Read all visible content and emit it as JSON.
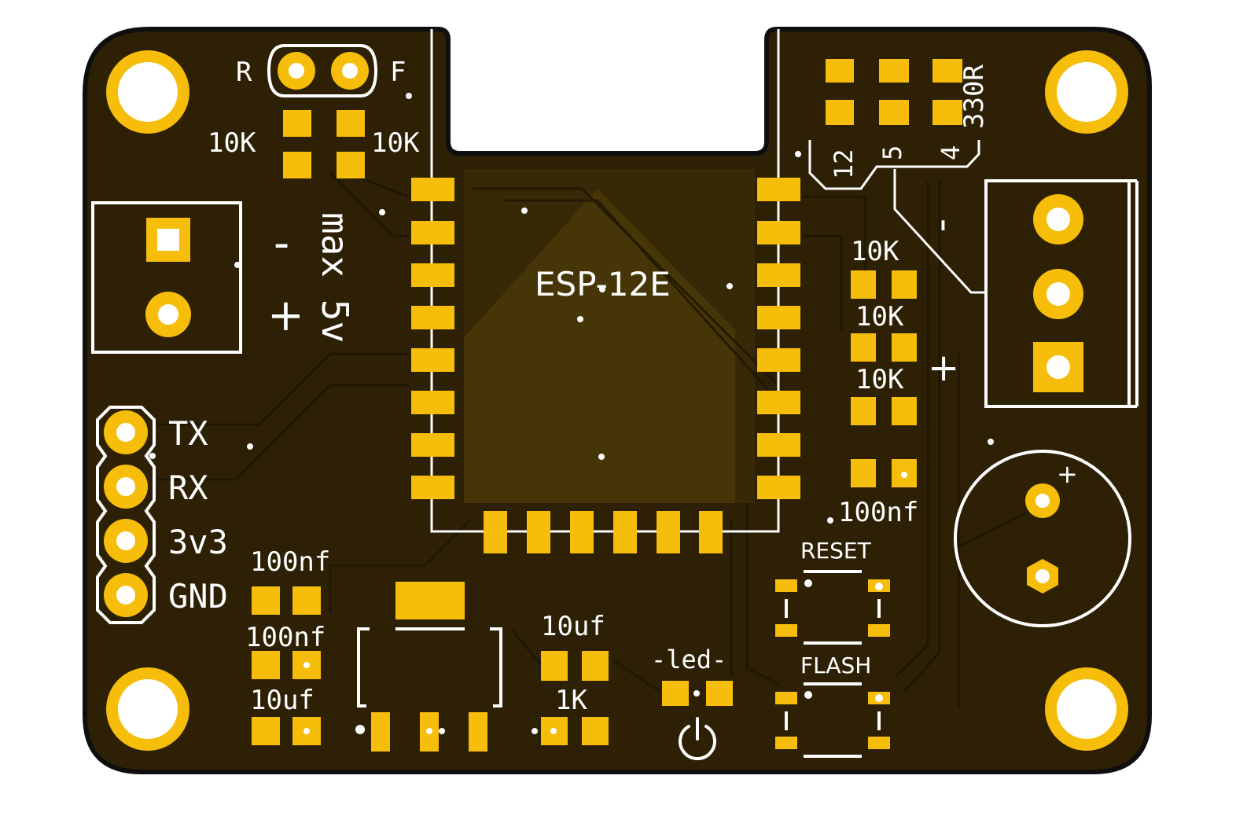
{
  "colors": {
    "background": "#ffffff",
    "board": "#2d2005",
    "copper_pour": "#4a3a07",
    "board_edge": "#0f0f0f",
    "pad": "#f6bd0a",
    "hole": "#ffffff",
    "silkscreen": "#ffffff"
  },
  "labels": {
    "jumper_r": "R",
    "jumper_f": "F",
    "res_10k_left": "10K",
    "res_10k_right": "10K",
    "max_voltage": "max 5v",
    "power_minus": "-",
    "power_plus": "+",
    "tx": "TX",
    "rx": "RX",
    "v3v3": "3v3",
    "gnd": "GND",
    "cap_100nf_a": "100nf",
    "cap_100nf_b": "100nf",
    "cap_10uf_a": "10uf",
    "module": "ESP-12E",
    "cap_10uf_b": "10uf",
    "res_1k": "1K",
    "led": "-led-",
    "res_330r": "330R",
    "gpio_12": "12",
    "gpio_5": "5",
    "gpio_4": "4",
    "terminal_minus": "-",
    "terminal_plus": "+",
    "res_10k_1": "10K",
    "res_10k_2": "10K",
    "res_10k_3": "10K",
    "cap_100nf_c": "100nf",
    "reset": "RESET",
    "flash": "FLASH",
    "elcap_plus": "+"
  },
  "icons": {
    "power_symbol": "power-icon"
  }
}
